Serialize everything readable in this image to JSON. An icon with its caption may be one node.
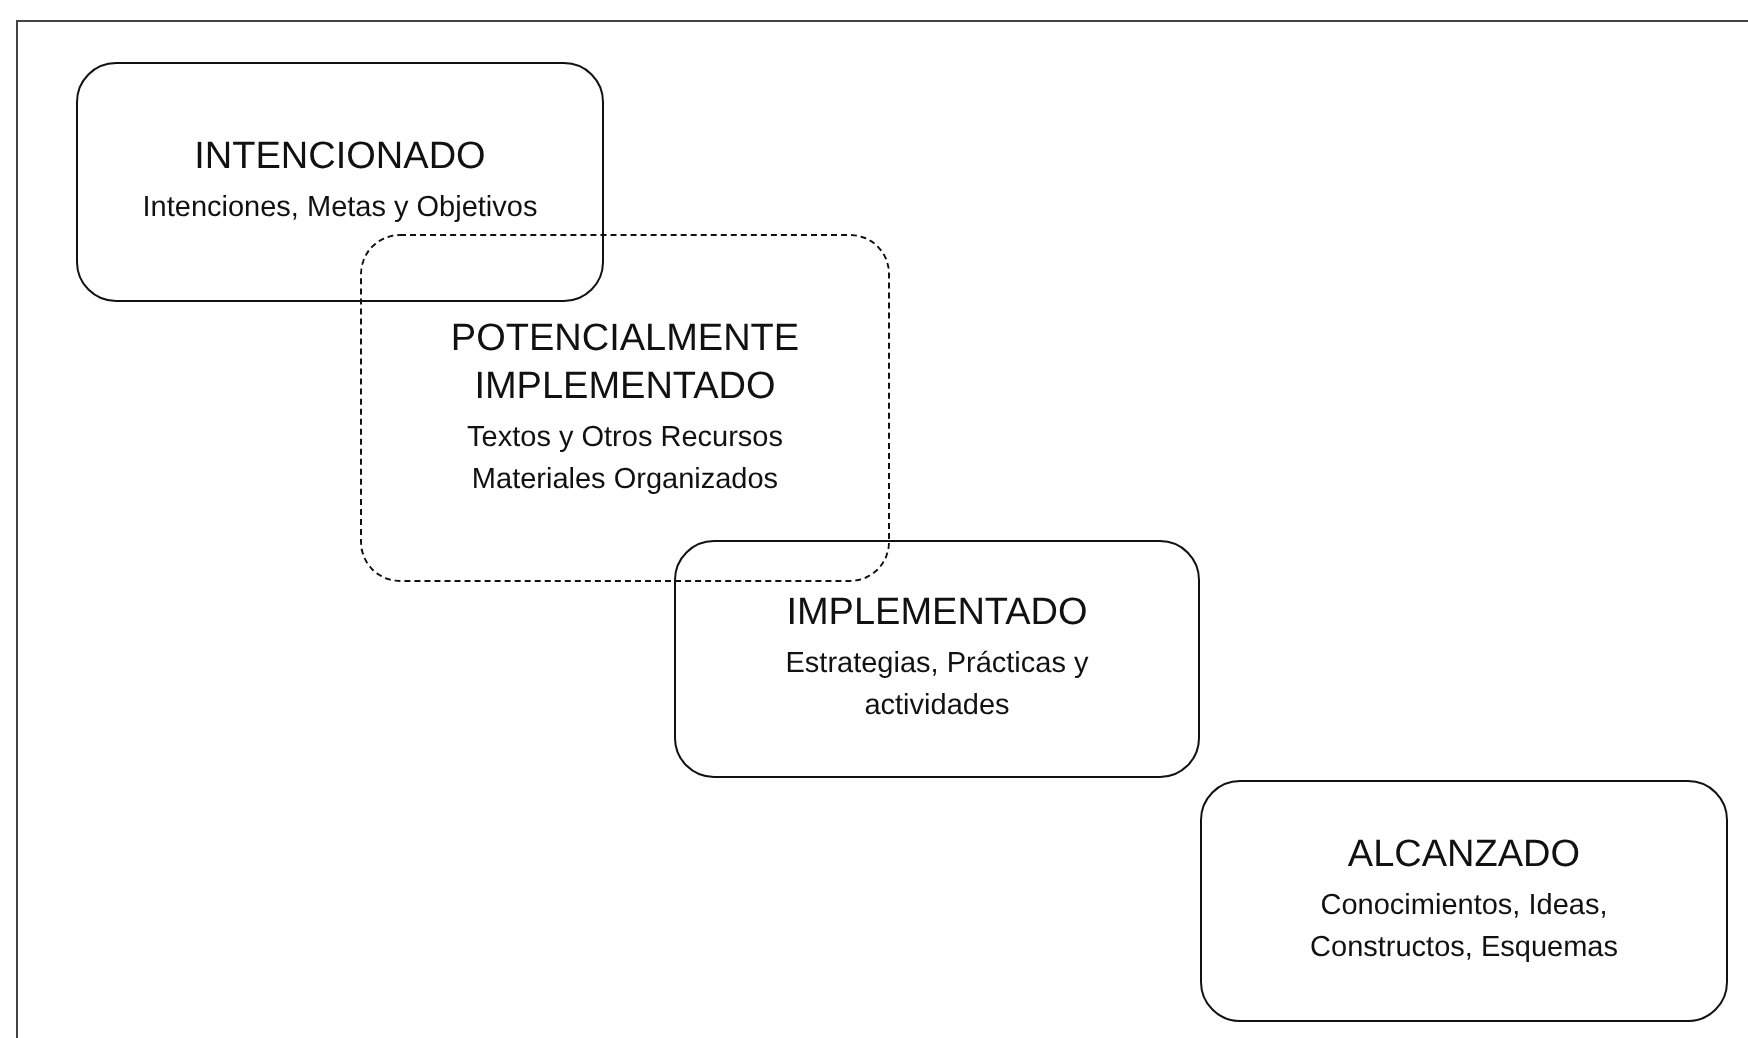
{
  "diagram": {
    "nodes": [
      {
        "text": [
          "INTENCIONADO",
          "Intenciones, Metas y Objetivos"
        ]
      },
      {
        "text": [
          "POTENCIALMENTE IMPLEMENTADO",
          "Textos y Otros Recursos Materiales Organizados"
        ]
      },
      {
        "text": [
          "IMPLEMENTADO",
          "Estrategias, Prácticas y actividades"
        ]
      },
      {
        "text": [
          "ALCANZADO",
          "Conocimientos, Ideas, Constructos, Esquemas"
        ]
      }
    ],
    "edges": []
  }
}
